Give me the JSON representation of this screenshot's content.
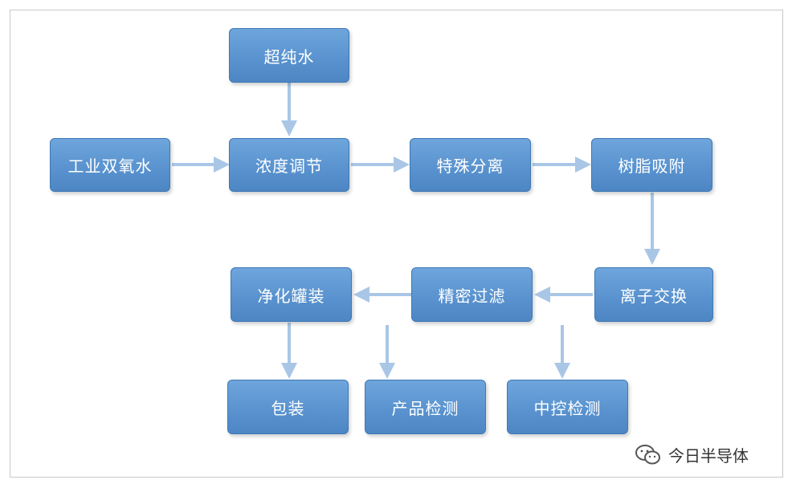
{
  "nodes": {
    "ultrapure_water": "超纯水",
    "industrial_h2o2": "工业双氧水",
    "concentration_adjust": "浓度调节",
    "special_separation": "特殊分离",
    "resin_adsorption": "树脂吸附",
    "ion_exchange": "离子交换",
    "precision_filtration": "精密过滤",
    "purify_fill": "净化罐装",
    "packaging": "包装",
    "product_test": "产品检测",
    "process_control_test": "中控检测"
  },
  "watermark": {
    "text": "今日半导体",
    "icon": "wechat-icon"
  },
  "colors": {
    "node_fill": "#5a93cf",
    "node_border": "#3f79b5",
    "arrow": "#a9c6e6"
  }
}
